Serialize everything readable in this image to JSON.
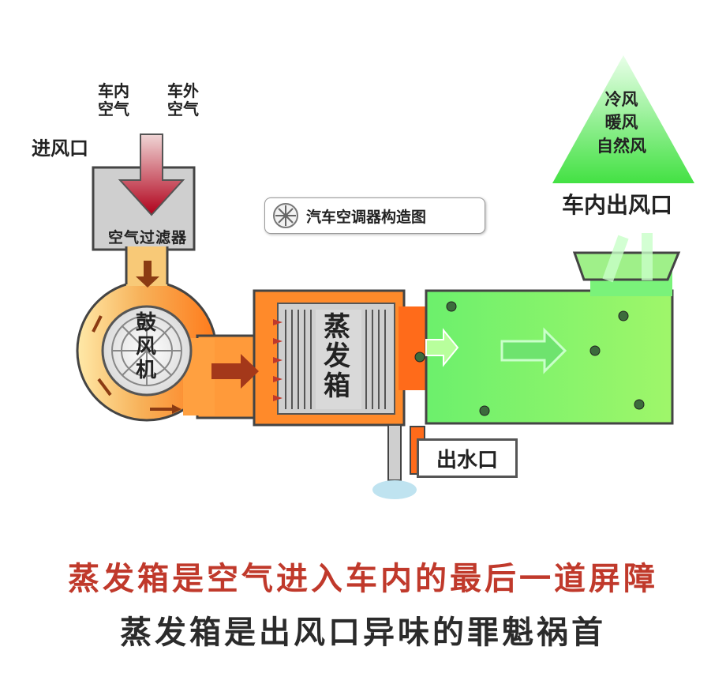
{
  "labels": {
    "inlet": "进风口",
    "inside_air_1": "车内",
    "inside_air_2": "空气",
    "outside_air_1": "车外",
    "outside_air_2": "空气",
    "filter": "空气过滤器",
    "blower_1": "鼓",
    "blower_2": "风",
    "blower_3": "机",
    "evap_1": "蒸",
    "evap_2": "发",
    "evap_3": "箱",
    "drain": "出水口",
    "vent": "车内出风口",
    "cold": "冷风",
    "warm": "暖风",
    "natural": "自然风",
    "title": "汽车空调器构造图"
  },
  "captions": {
    "line1": "蒸发箱是空气进入车内的最后一道屏障",
    "line2": "蒸发箱是出风口异味的罪魁祸首"
  }
}
